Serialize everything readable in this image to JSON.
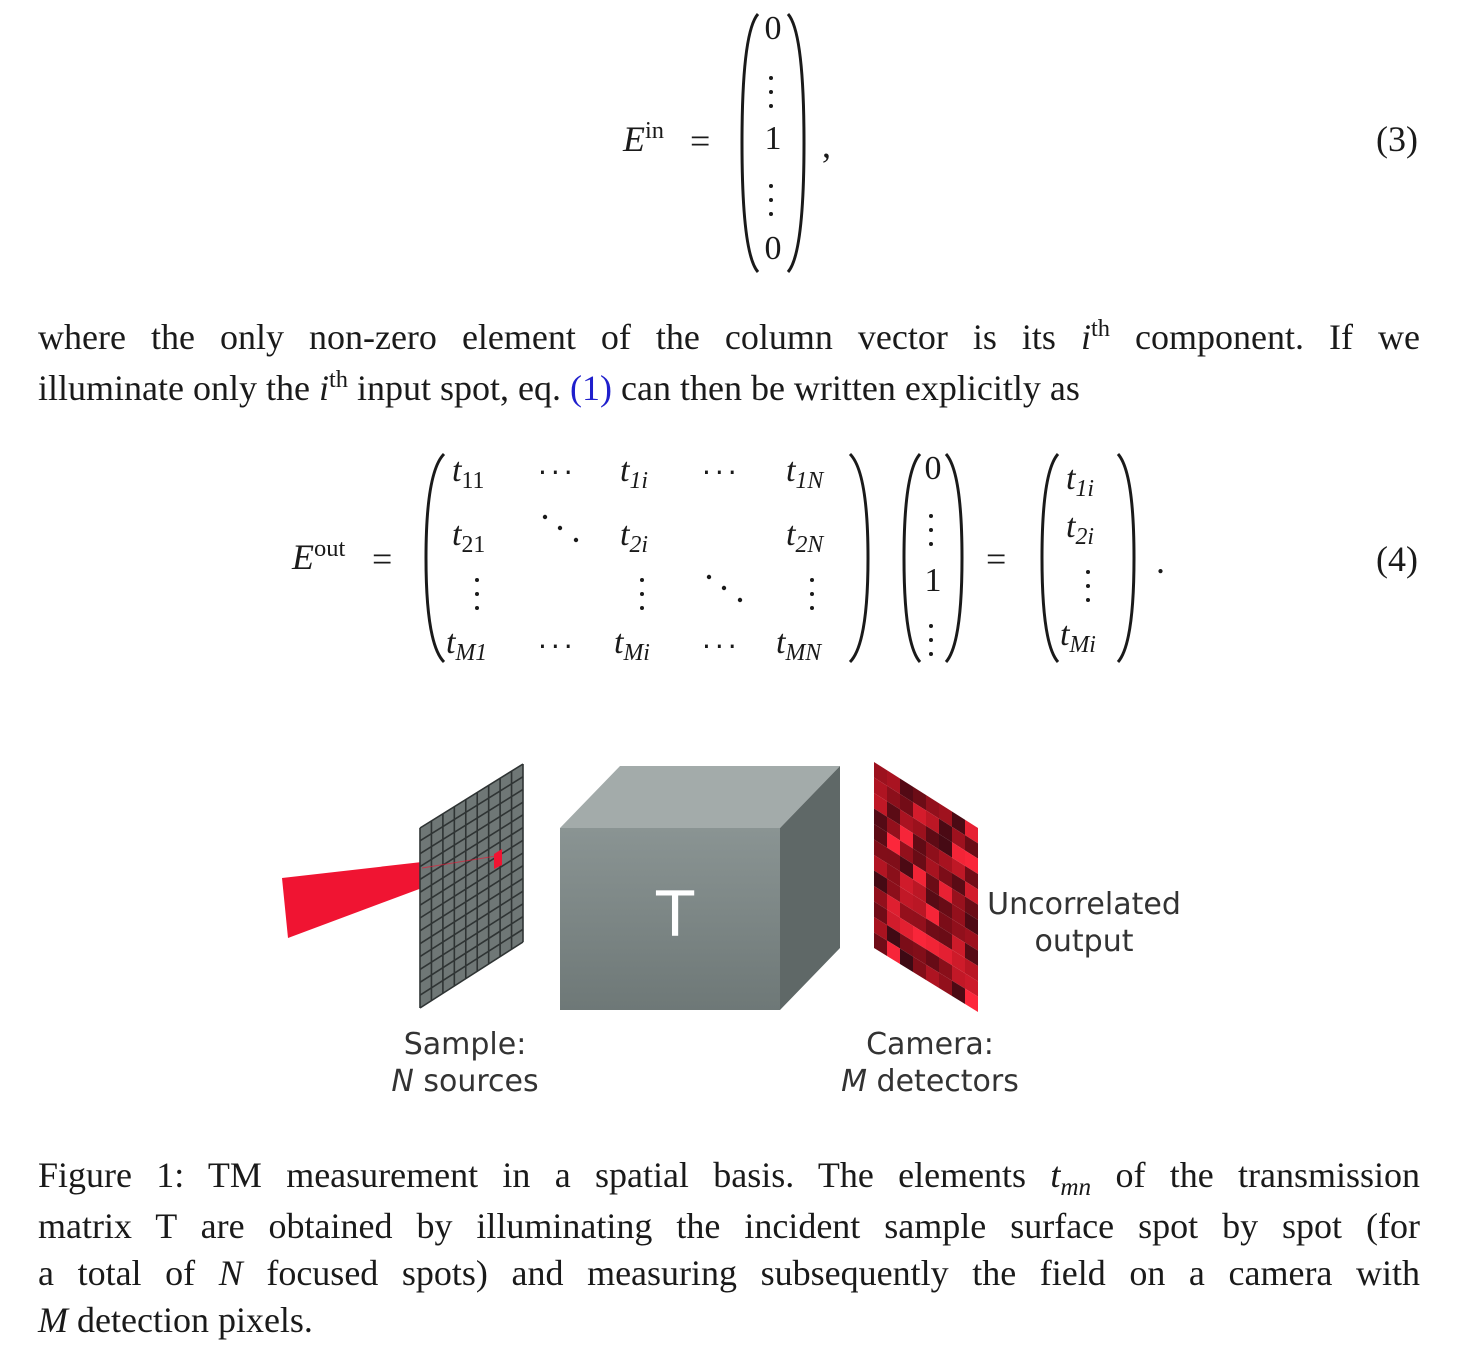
{
  "equation3": {
    "lhs_symbol": "E",
    "lhs_sup": "in",
    "vector": [
      "0",
      "⋮",
      "1",
      "⋮",
      "0"
    ],
    "trailing": ",",
    "number": "(3)"
  },
  "paragraph": {
    "line1_pre": "where the only non-zero element of the column vector is its ",
    "line1_i": "i",
    "line1_sup": "th",
    "line1_post": " component.  If we",
    "line2_pre": "illuminate only the ",
    "line2_i": "i",
    "line2_sup": "th",
    "line2_mid": " input spot, eq. ",
    "line2_ref": "(1)",
    "line2_post": " can then be written explicitly as"
  },
  "equation4": {
    "lhs_symbol": "E",
    "lhs_sup": "out",
    "matrix": [
      [
        "t",
        "11",
        "t",
        "1i",
        "t",
        "1N"
      ],
      [
        "t",
        "21",
        "t",
        "2i",
        "t",
        "2N"
      ],
      [
        "t",
        "M1",
        "t",
        "Mi",
        "t",
        "MN"
      ]
    ],
    "input_vector": [
      "0",
      "⋮",
      "1",
      "⋮"
    ],
    "output_vector": [
      [
        "t",
        "1i"
      ],
      [
        "t",
        "2i"
      ],
      [
        "⋮",
        ""
      ],
      [
        "t",
        "Mi"
      ]
    ],
    "trailing": ".",
    "number": "(4)"
  },
  "figure": {
    "cube_label": "T",
    "output_label_line1": "Uncorrelated",
    "output_label_line2": "output",
    "sample_label_line1": "Sample:",
    "sample_label_line2_italic": "N",
    "sample_label_line2_rest": " sources",
    "camera_label_line1": "Camera:",
    "camera_label_line2_italic": "M",
    "camera_label_line2_rest": " detectors",
    "colors": {
      "laser": "#f01432",
      "cube_front": "#7b8584",
      "cube_top": "#a3abaa",
      "cube_side": "#5f6867",
      "grid": "#555c5c"
    }
  },
  "caption": {
    "line1_pre": "Figure 1:  TM measurement in a spatial basis.  The elements ",
    "line1_t": "t",
    "line1_sub": "mn",
    "line1_post": " of the transmission",
    "line2": "matrix T are obtained by illuminating the incident sample surface spot by spot (for",
    "line3_pre": "a total of ",
    "line3_N": "N",
    "line3_post": " focused spots) and measuring subsequently the field on a camera with",
    "line4_M": "M",
    "line4_post": " detection pixels."
  }
}
